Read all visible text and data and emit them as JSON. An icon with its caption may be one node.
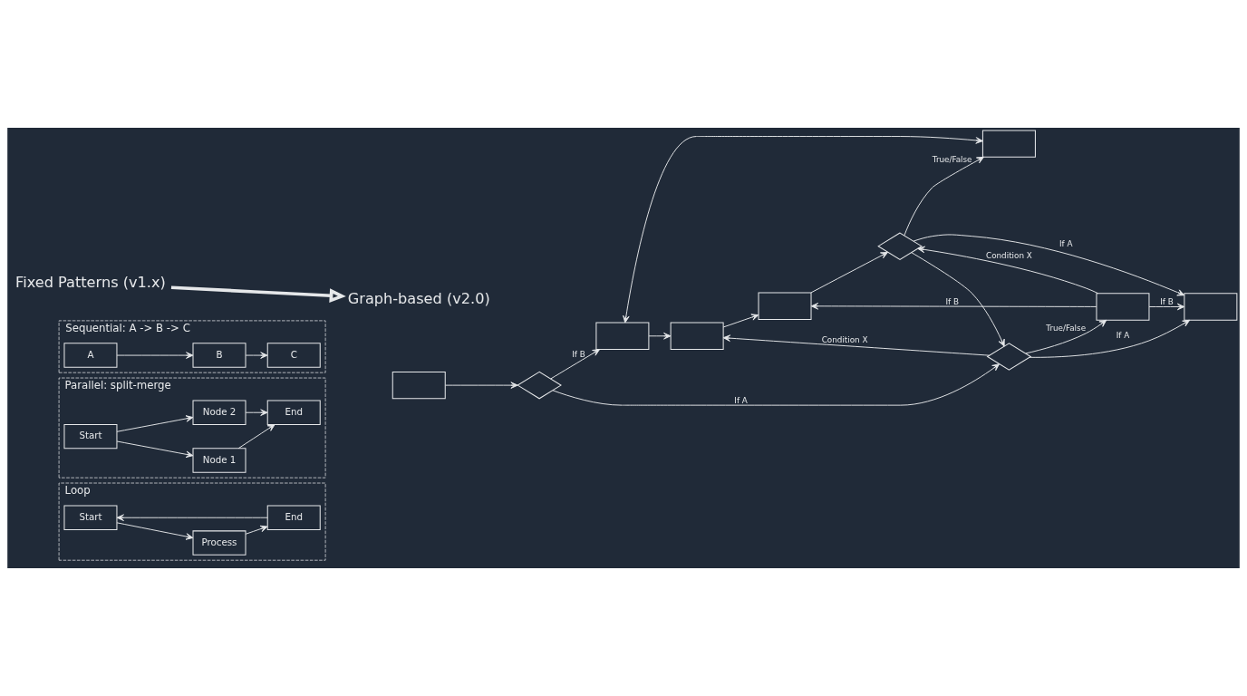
{
  "diagram": {
    "nodes": [
      {
        "text": [
          "Fixed Patterns (v1.x)"
        ]
      },
      {
        "text": [
          "Graph-based (v2.0)"
        ]
      },
      {
        "text": [
          "Sequential: A -> B -> C"
        ]
      },
      {
        "text": [
          "A"
        ],
        "in": 2
      },
      {
        "text": [
          "B"
        ],
        "in": 2
      },
      {
        "text": [
          "C"
        ],
        "in": 2
      },
      {
        "text": [
          "Parallel: split-merge"
        ]
      },
      {
        "text": [
          "Start"
        ],
        "in": 6
      },
      {
        "text": [
          "Node 1"
        ],
        "in": 6
      },
      {
        "text": [
          "Node 2"
        ],
        "in": 6
      },
      {
        "text": [
          "End"
        ],
        "in": 6
      },
      {
        "text": [
          "Loop"
        ]
      },
      {
        "text": [
          "Start"
        ],
        "in": 11
      },
      {
        "text": [
          "Process"
        ],
        "in": 11
      },
      {
        "text": [
          "End"
        ],
        "in": 11
      },
      {
        "text": [],
        "shape": "box"
      },
      {
        "text": [],
        "shape": "diamond"
      },
      {
        "text": [],
        "shape": "box"
      },
      {
        "text": [],
        "shape": "diamond"
      },
      {
        "text": [],
        "shape": "box"
      },
      {
        "text": [],
        "shape": "box"
      },
      {
        "text": [],
        "shape": "box"
      },
      {
        "text": [],
        "shape": "box"
      },
      {
        "text": [],
        "shape": "diamond"
      },
      {
        "text": [],
        "shape": "box"
      }
    ],
    "edges": [
      {
        "from": 0,
        "to": 1,
        "arrow": "to",
        "style": "thick"
      },
      {
        "from": 3,
        "to": 4,
        "arrow": "to"
      },
      {
        "from": 4,
        "to": 5,
        "arrow": "to"
      },
      {
        "from": 7,
        "to": 8,
        "arrow": "to"
      },
      {
        "from": 7,
        "to": 9,
        "arrow": "to"
      },
      {
        "from": 8,
        "to": 10,
        "arrow": "to"
      },
      {
        "from": 9,
        "to": 10,
        "arrow": "to"
      },
      {
        "from": 12,
        "to": 13,
        "arrow": "to"
      },
      {
        "from": 13,
        "to": 14,
        "arrow": "to"
      },
      {
        "from": 14,
        "to": 12,
        "arrow": "to"
      },
      {
        "from": 15,
        "to": 16,
        "arrow": "to"
      },
      {
        "from": 16,
        "to": 18,
        "arrow": "to",
        "label": "If A"
      },
      {
        "from": 16,
        "to": 17,
        "arrow": "to",
        "label": "If B"
      },
      {
        "from": 17,
        "to": 19,
        "arrow": "to"
      },
      {
        "from": 18,
        "to": 19,
        "arrow": "to",
        "label": "Condition X"
      },
      {
        "from": 18,
        "to": 20,
        "arrow": "to",
        "label": "If A"
      },
      {
        "from": 18,
        "to": 21,
        "arrow": "to",
        "label": "True/False"
      },
      {
        "from": 21,
        "to": 20,
        "arrow": "to",
        "label": "If B"
      },
      {
        "from": 21,
        "to": 22,
        "arrow": "to",
        "label": "If B"
      },
      {
        "from": 19,
        "to": 22,
        "arrow": "to"
      },
      {
        "from": 21,
        "to": 23,
        "arrow": "to",
        "label": "Condition X"
      },
      {
        "from": 22,
        "to": 23,
        "arrow": "to"
      },
      {
        "from": 23,
        "to": 20,
        "arrow": "to",
        "label": "If A"
      },
      {
        "from": 23,
        "to": 18,
        "arrow": "to"
      },
      {
        "from": 23,
        "to": 24,
        "arrow": "to",
        "label": "True/False"
      },
      {
        "from": 17,
        "to": 24,
        "arrow": "both"
      }
    ]
  }
}
